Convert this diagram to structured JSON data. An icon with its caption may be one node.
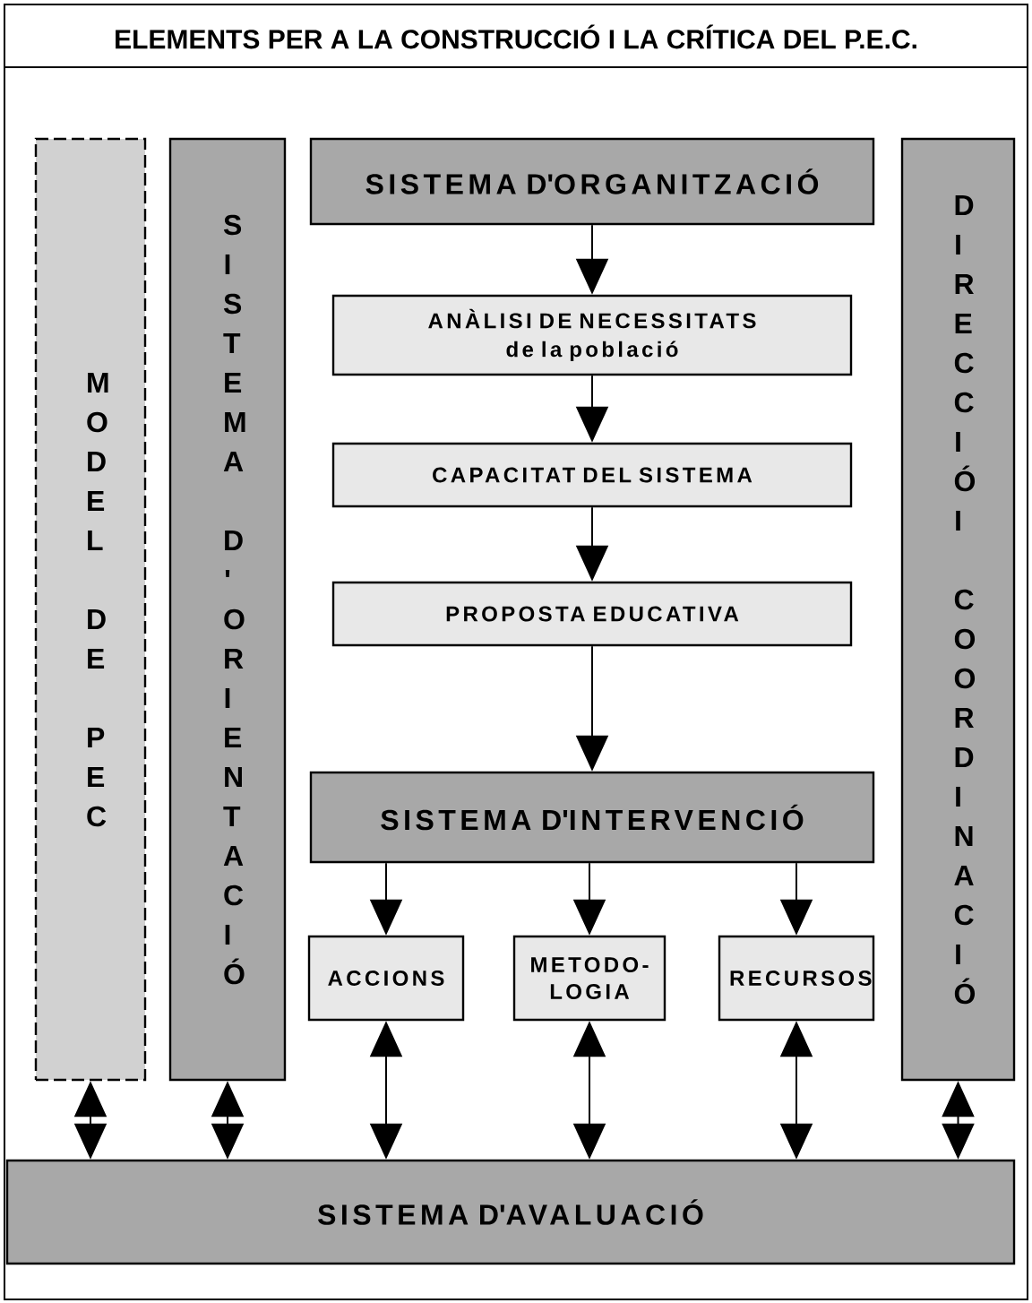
{
  "diagram": {
    "title": "ELEMENTS PER A LA CONSTRUCCIÓ I LA CRÍTICA DEL P.E.C.",
    "nodes": [
      {
        "text": [
          "MODEL DE PEC"
        ]
      },
      {
        "text": [
          "SISTEMA D'ORIENTACIÓ"
        ]
      },
      {
        "text": [
          "SISTEMA D'ORGANITZACIÓ"
        ]
      },
      {
        "text": [
          "ANÀLISI DE NECESSITATS de la població"
        ]
      },
      {
        "text": [
          "CAPACITAT DEL SISTEMA"
        ]
      },
      {
        "text": [
          "PROPOSTA EDUCATIVA"
        ]
      },
      {
        "text": [
          "SISTEMA D'INTERVENCIÓ"
        ]
      },
      {
        "text": [
          "ACCIONS"
        ]
      },
      {
        "text": [
          "METODO- LOGIA"
        ]
      },
      {
        "text": [
          "RECURSOS"
        ]
      },
      {
        "text": [
          "DIRECCIÓ I COORDINACIÓ"
        ]
      },
      {
        "text": [
          "SISTEMA D'AVALUACIÓ"
        ]
      }
    ],
    "edges": [
      {
        "from": 2,
        "to": 3,
        "arrow": "to"
      },
      {
        "from": 3,
        "to": 4,
        "arrow": "to"
      },
      {
        "from": 4,
        "to": 5,
        "arrow": "to"
      },
      {
        "from": 5,
        "to": 6,
        "arrow": "to"
      },
      {
        "from": 6,
        "to": 7,
        "arrow": "to"
      },
      {
        "from": 6,
        "to": 8,
        "arrow": "to"
      },
      {
        "from": 6,
        "to": 9,
        "arrow": "to"
      },
      {
        "from": 0,
        "to": 11,
        "arrow": "both"
      },
      {
        "from": 1,
        "to": 11,
        "arrow": "both"
      },
      {
        "from": 7,
        "to": 11,
        "arrow": "both"
      },
      {
        "from": 8,
        "to": 11,
        "arrow": "both"
      },
      {
        "from": 9,
        "to": 11,
        "arrow": "both"
      },
      {
        "from": 10,
        "to": 11,
        "arrow": "both"
      }
    ]
  }
}
